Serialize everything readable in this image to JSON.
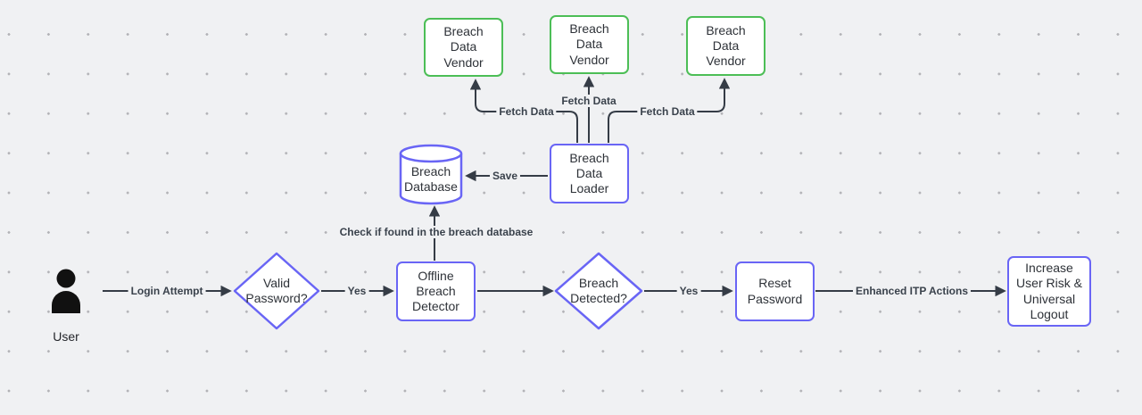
{
  "diagram": {
    "type": "flowchart",
    "background_color": "#f0f1f3",
    "dot_grid_color": "#b2b2b6",
    "colors": {
      "process_border": "#6965f5",
      "vendor_border": "#4cbe56",
      "edge": "#353c46",
      "node_fill": "#ffffff",
      "edge_label_text": "#3a424c",
      "node_text": "#2e3238",
      "actor_icon": "#111111"
    }
  },
  "nodes": {
    "user": {
      "label": "User"
    },
    "valid_password": {
      "label": "Valid Password?"
    },
    "offline_breach_detector": {
      "label": "Offline Breach Detector"
    },
    "breach_detected": {
      "label": "Breach Detected?"
    },
    "reset_password": {
      "label": "Reset Password"
    },
    "increase_user_risk": {
      "label": "Increase User Risk & Universal Logout"
    },
    "breach_database": {
      "label": "Breach Database"
    },
    "breach_data_loader": {
      "label": "Breach Data Loader"
    },
    "vendor_1": {
      "label": "Breach Data Vendor"
    },
    "vendor_2": {
      "label": "Breach Data Vendor"
    },
    "vendor_3": {
      "label": "Breach Data Vendor"
    }
  },
  "edge_labels": {
    "login_attempt": "Login Attempt",
    "yes_1": "Yes",
    "yes_2": "Yes",
    "enhanced_itp": "Enhanced ITP Actions",
    "check_db": "Check if found in the breach database",
    "save": "Save",
    "fetch_1": "Fetch Data",
    "fetch_2": "Fetch Data",
    "fetch_3": "Fetch Data"
  }
}
